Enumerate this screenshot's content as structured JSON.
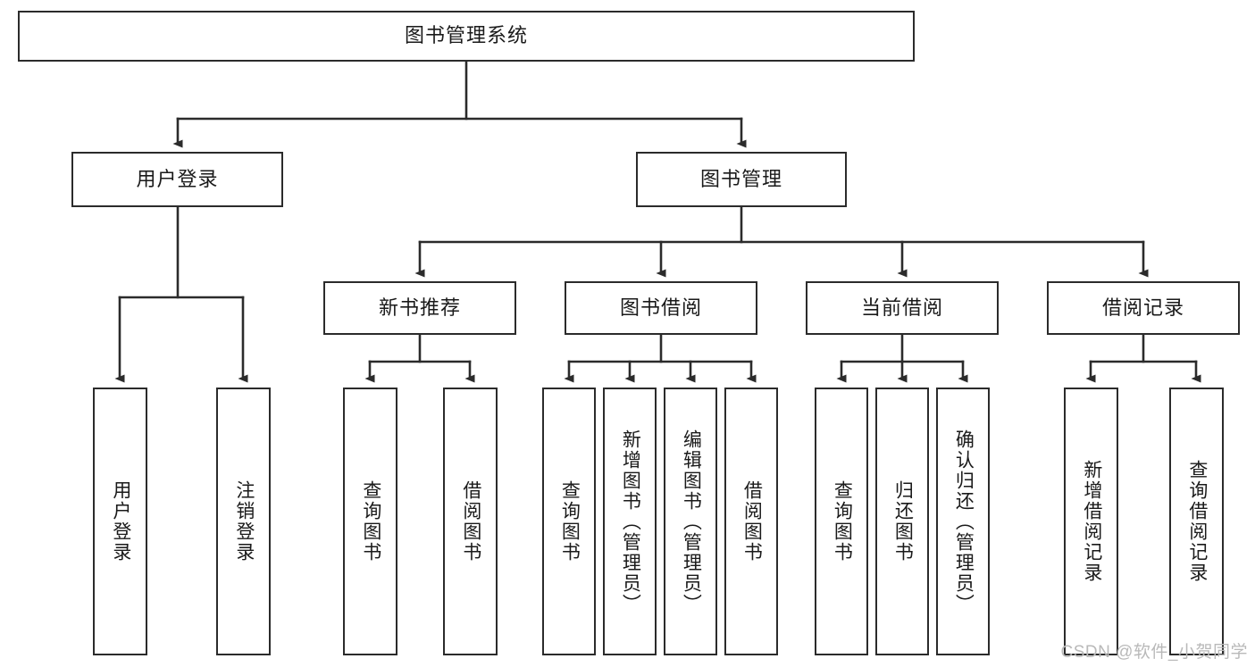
{
  "diagram": {
    "type": "tree-hierarchy-chart",
    "title": "图书管理系统",
    "colors": {
      "box_border": "#2b2b2b",
      "box_fill": "#ffffff",
      "connector": "#2b2b2b",
      "text": "#1a1a1a",
      "watermark": "#b9b9b9",
      "background": "#ffffff"
    },
    "nodes": {
      "root": {
        "label": "图书管理系统"
      },
      "level2": [
        {
          "id": "user-login",
          "label": "用户登录"
        },
        {
          "id": "book-management",
          "label": "图书管理"
        }
      ],
      "level3": [
        {
          "id": "new-book-recommend",
          "label": "新书推荐"
        },
        {
          "id": "book-borrow",
          "label": "图书借阅"
        },
        {
          "id": "current-borrow",
          "label": "当前借阅"
        },
        {
          "id": "borrow-record",
          "label": "借阅记录"
        }
      ],
      "leaves": {
        "user-login": [
          {
            "id": "leaf-user-login",
            "label": "用户登录"
          },
          {
            "id": "leaf-logout-login",
            "label": "注销登录"
          }
        ],
        "new-book-recommend": [
          {
            "id": "leaf-query-book-1",
            "label": "查询图书"
          },
          {
            "id": "leaf-borrow-book-1",
            "label": "借阅图书"
          }
        ],
        "book-borrow": [
          {
            "id": "leaf-query-book-2",
            "label": "查询图书"
          },
          {
            "id": "leaf-add-book",
            "label": "新增图书（管理员）"
          },
          {
            "id": "leaf-edit-book",
            "label": "编辑图书（管理员）"
          },
          {
            "id": "leaf-borrow-book-2",
            "label": "借阅图书"
          }
        ],
        "current-borrow": [
          {
            "id": "leaf-query-book-3",
            "label": "查询图书"
          },
          {
            "id": "leaf-return-book",
            "label": "归还图书"
          },
          {
            "id": "leaf-confirm-return",
            "label": "确认归还（管理员）"
          }
        ],
        "borrow-record": [
          {
            "id": "leaf-add-record",
            "label": "新增借阅记录"
          },
          {
            "id": "leaf-query-record",
            "label": "查询借阅记录"
          }
        ]
      }
    },
    "watermark": "CSDN @软件_小贺同学"
  }
}
